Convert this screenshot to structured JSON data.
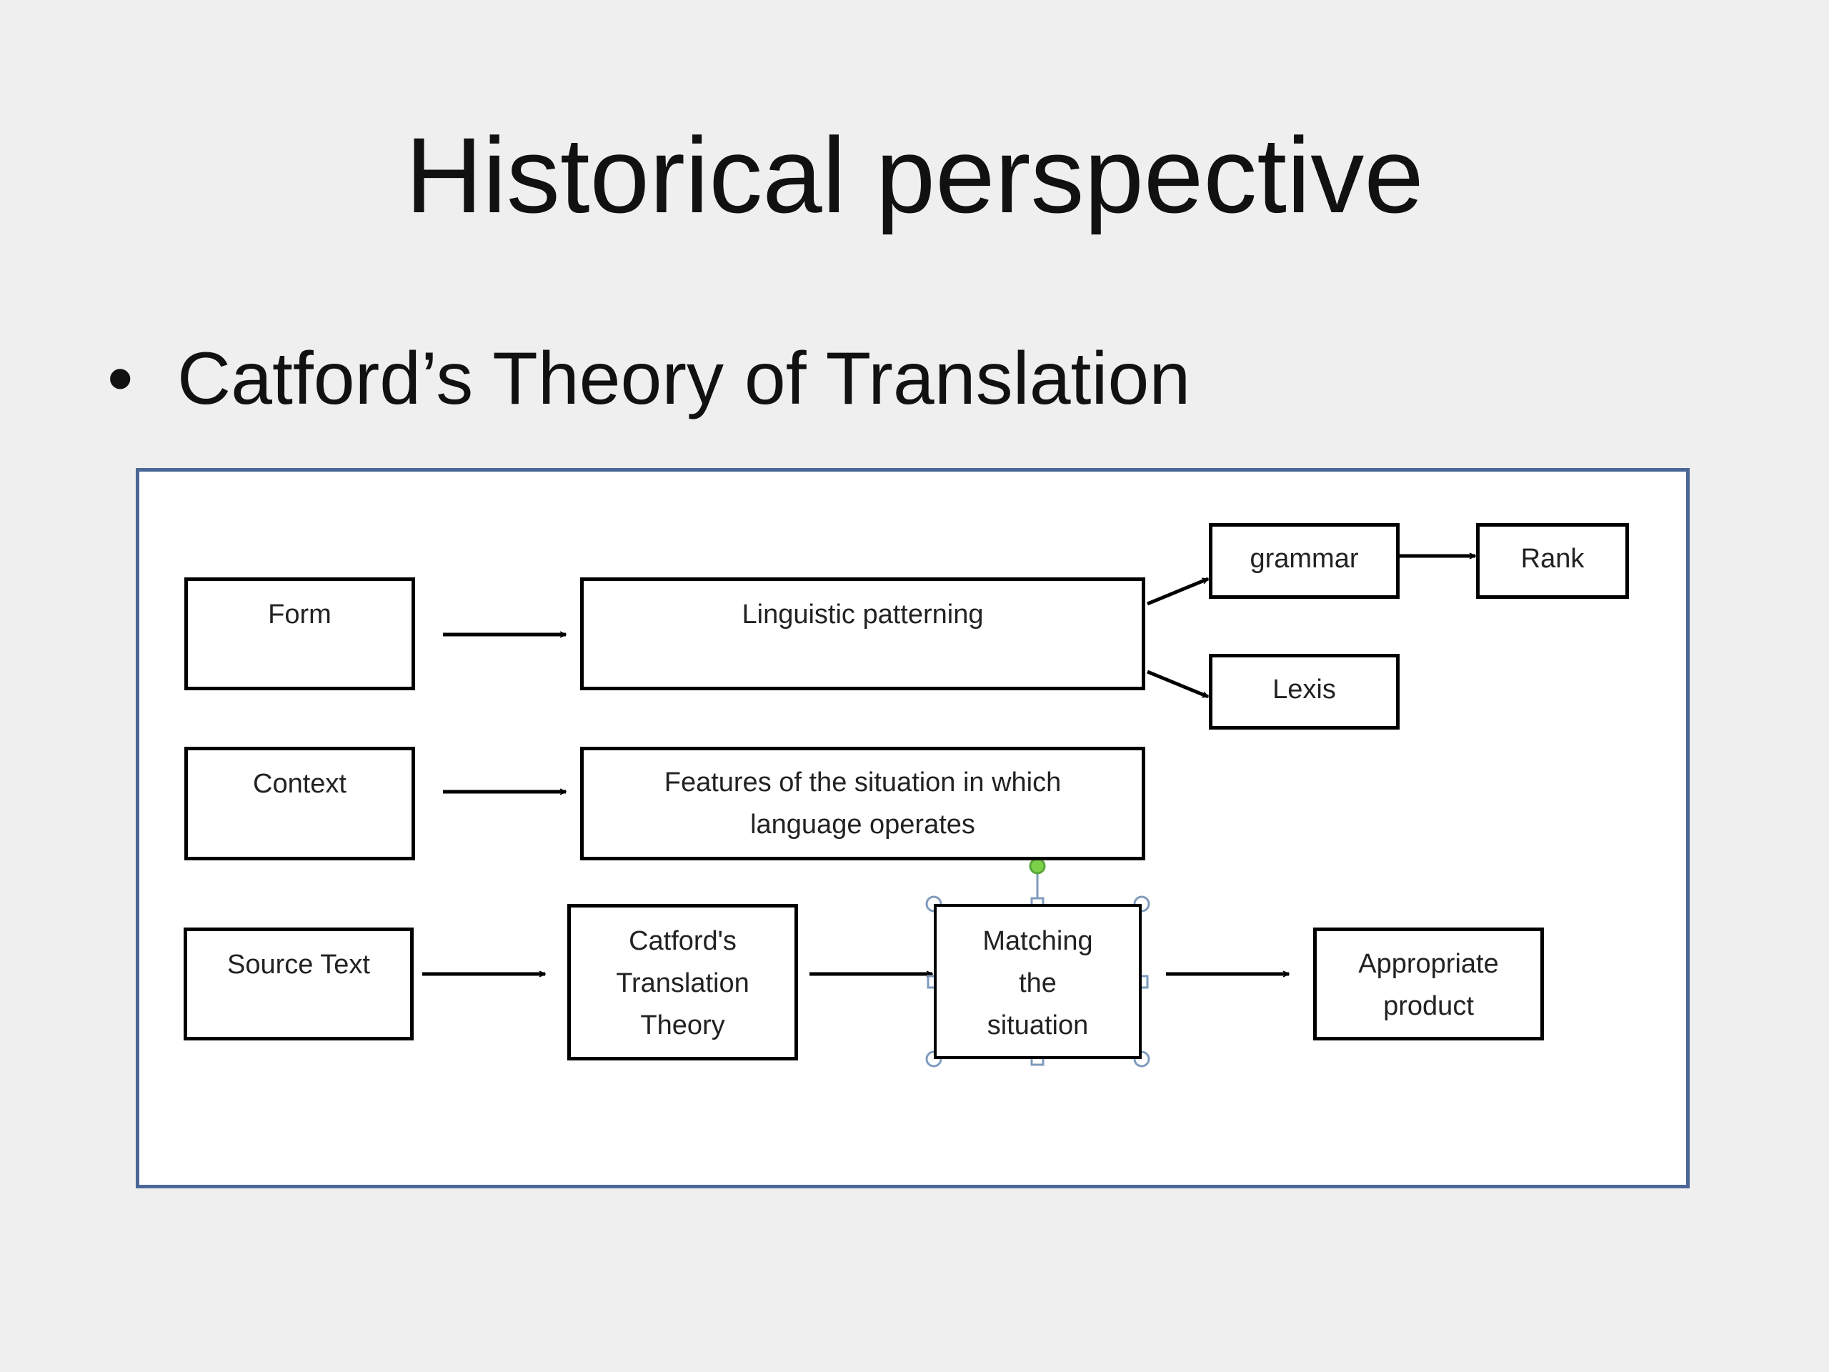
{
  "slide": {
    "title": "Historical perspective",
    "bullet": "Catford’s Theory of Translation"
  },
  "diagram": {
    "boxes": {
      "form": {
        "lines": [
          "Form"
        ]
      },
      "linguistic_patterning": {
        "lines": [
          "Linguistic patterning"
        ]
      },
      "grammar": {
        "lines": [
          "grammar"
        ]
      },
      "rank": {
        "lines": [
          "Rank"
        ]
      },
      "lexis": {
        "lines": [
          "Lexis"
        ]
      },
      "context": {
        "lines": [
          "Context"
        ]
      },
      "features": {
        "lines": [
          "Features of the situation in which",
          "language operates"
        ]
      },
      "source_text": {
        "lines": [
          "Source Text"
        ]
      },
      "catford_theory": {
        "lines": [
          "Catford's",
          "Translation",
          "Theory"
        ]
      },
      "matching_situation": {
        "lines": [
          "Matching",
          "the",
          "situation"
        ]
      },
      "appropriate_product": {
        "lines": [
          "Appropriate",
          "product"
        ]
      }
    },
    "edges": [
      {
        "from": "form",
        "to": "linguistic_patterning"
      },
      {
        "from": "linguistic_patterning",
        "to": "grammar"
      },
      {
        "from": "linguistic_patterning",
        "to": "lexis"
      },
      {
        "from": "grammar",
        "to": "rank"
      },
      {
        "from": "context",
        "to": "features"
      },
      {
        "from": "source_text",
        "to": "catford_theory"
      },
      {
        "from": "catford_theory",
        "to": "matching_situation"
      },
      {
        "from": "matching_situation",
        "to": "appropriate_product"
      }
    ]
  }
}
